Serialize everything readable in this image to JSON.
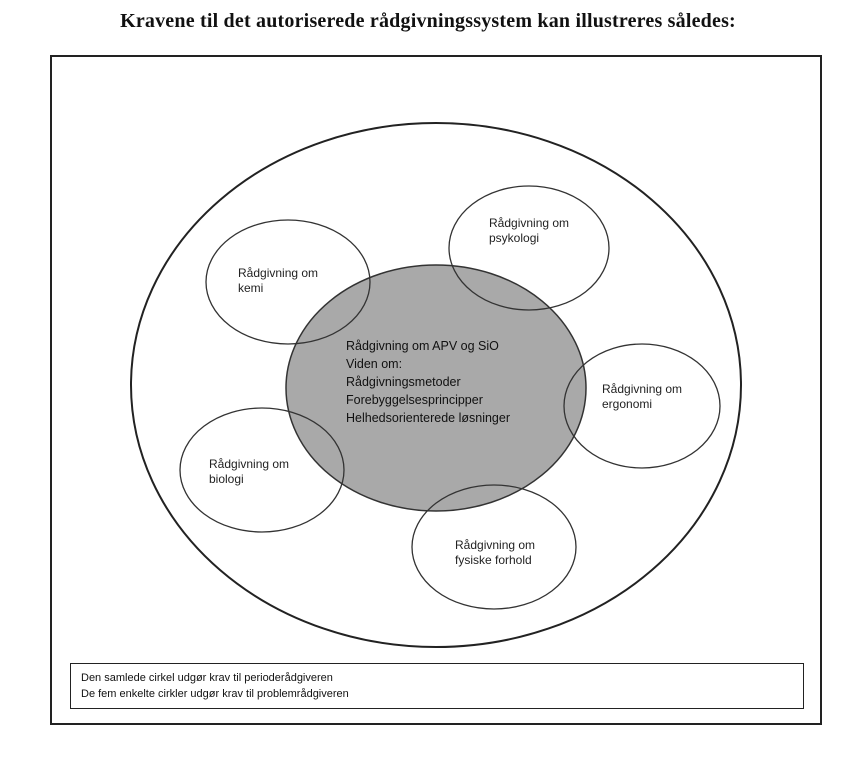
{
  "title": "Kravene til det autoriserede rådgivningssystem kan illustreres således:",
  "center": {
    "lines": [
      "Rådgivning om APV og SiO",
      "Viden om:",
      "Rådgivningsmetoder",
      "Forebyggelsesprincipper",
      "Helhedsorienterede løsninger"
    ],
    "fill_color": "#a9a9a9"
  },
  "satellites": [
    {
      "id": "psykologi",
      "line1": "Rådgivning om",
      "line2": "psykologi"
    },
    {
      "id": "kemi",
      "line1": "Rådgivning om",
      "line2": "kemi"
    },
    {
      "id": "ergonomi",
      "line1": "Rådgivning om",
      "line2": "ergonomi"
    },
    {
      "id": "biologi",
      "line1": "Rådgivning om",
      "line2": "biologi"
    },
    {
      "id": "fysiske",
      "line1": "Rådgivning om",
      "line2": "fysiske forhold"
    }
  ],
  "legend": {
    "line1": "Den samlede cirkel udgør krav til perioderådgiveren",
    "line2": "De fem enkelte cirkler udgør krav til problemrådgiveren"
  }
}
